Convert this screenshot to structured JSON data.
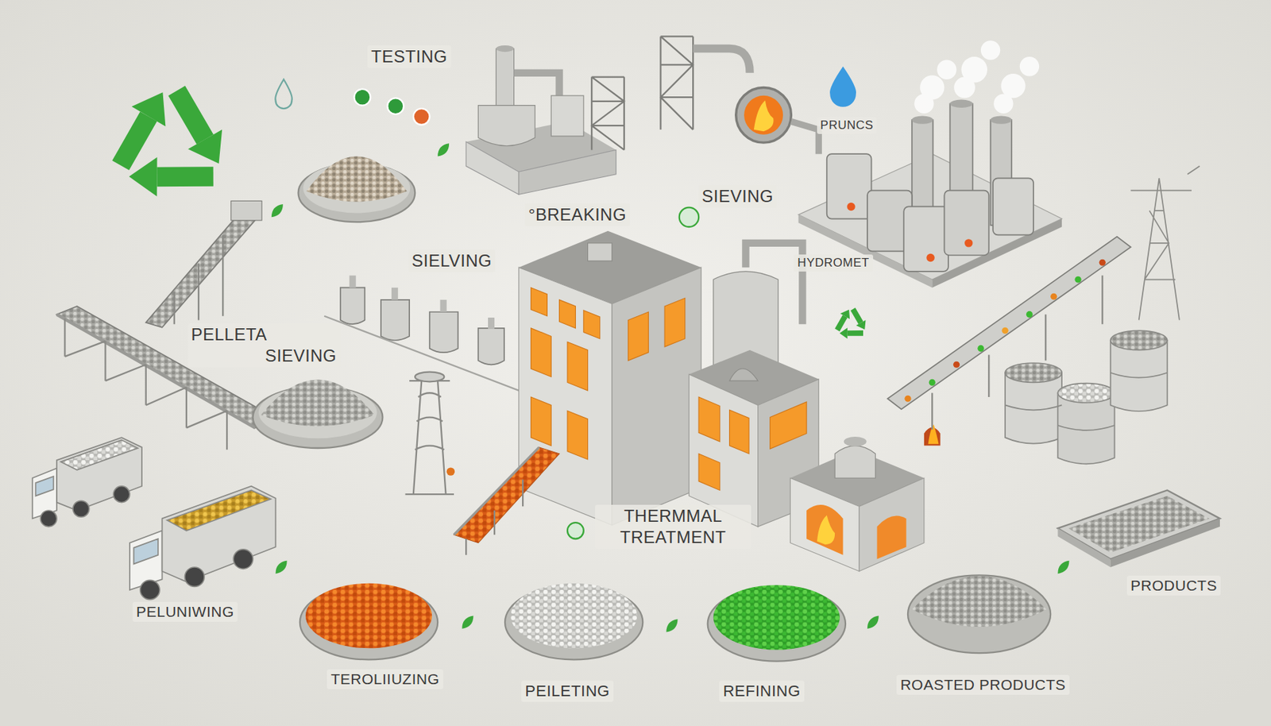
{
  "diagram": {
    "labels": [
      "TESTING",
      "PRUNCS",
      "°BREAKING",
      "SIEVING",
      "SIELVING",
      "HYDROMET",
      "PELLETA SIEVING",
      "THERMMAL TREATMENT",
      "PELUNIWING",
      "TEROLIIUZING",
      "PEILETING",
      "REFINING",
      "ROASTED PRODUCTS",
      "PRODUCTS"
    ]
  }
}
